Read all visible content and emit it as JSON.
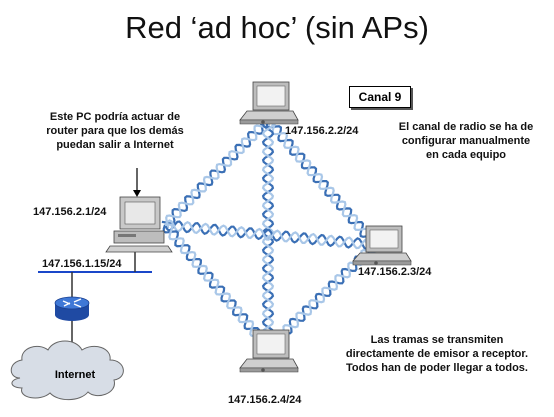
{
  "title": "Red ‘ad hoc’ (sin APs)",
  "channel_label": "Canal 9",
  "notes": {
    "router_pc": [
      "Este PC podría actuar de",
      "router para que los demás",
      "puedan salir a Internet"
    ],
    "channel_config": [
      "El canal de radio se ha de",
      "configurar manualmente",
      "en cada equipo"
    ],
    "frames": [
      "Las tramas se transmiten",
      "directamente de emisor a receptor.",
      "Todos han de poder llegar a todos."
    ]
  },
  "ips": {
    "top_laptop": "147.156.2.2/24",
    "pc": "147.156.2.1/24",
    "lan": "147.156.1.15/24",
    "right_laptop": "147.156.2.3/24",
    "bottom_laptop": "147.156.2.4/24"
  },
  "internet_label": "Internet",
  "colors": {
    "wave": "#3a6fb5",
    "wave_light": "#a9c7e8",
    "lan_line": "#1a47c9",
    "router": "#2f63c9"
  }
}
